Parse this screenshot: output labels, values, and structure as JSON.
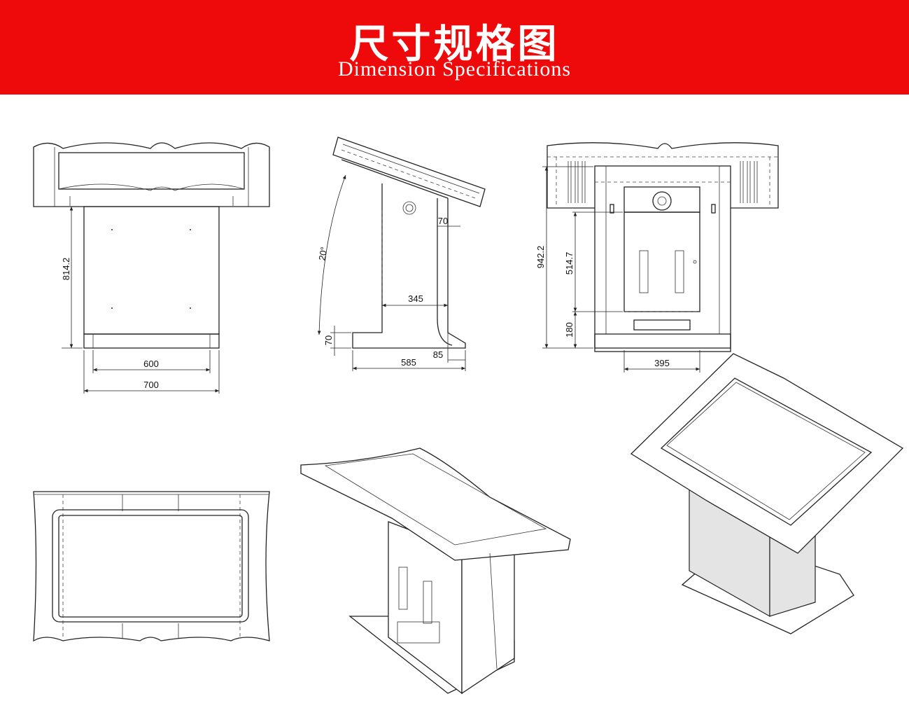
{
  "header": {
    "title_cn": "尺寸规格图",
    "title_en": "Dimension Specifications",
    "background_color": "#ee0a0a"
  },
  "dimensions": {
    "front": {
      "height": "814.2",
      "inner_width": "600",
      "outer_width": "700"
    },
    "side": {
      "angle": "20°",
      "offset": "70",
      "depth": "345",
      "base_height": "70",
      "base_depth": "585",
      "foot": "85"
    },
    "back": {
      "total_height": "942.2",
      "cabinet_height": "514.7",
      "base_height": "180",
      "cabinet_width": "395"
    }
  }
}
